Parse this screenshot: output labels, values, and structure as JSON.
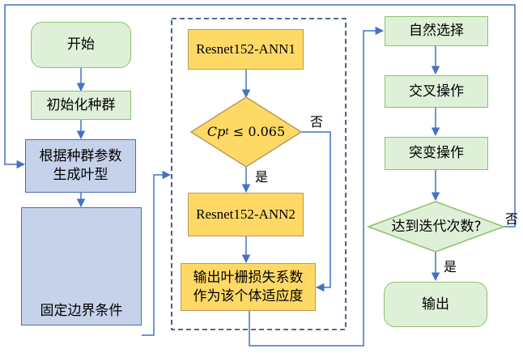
{
  "nodes": {
    "start": "开始",
    "init_population": "初始化种群",
    "generate_blade_line1": "根据种群参数",
    "generate_blade_line2": "生成叶型",
    "fixed_boundary": "固定边界条件",
    "resnet_ann1": "Resnet152-ANN1",
    "condition_symbol": "Cp",
    "condition_subscript": "t",
    "condition_rest": " ≤ 0.065",
    "resnet_ann2": "Resnet152-ANN2",
    "output_loss_line1": "输出叶栅损失系数",
    "output_loss_line2": "作为该个体适应度",
    "natural_selection": "自然选择",
    "crossover": "交叉操作",
    "mutation": "突变操作",
    "reach_iterations": "达到迭代次数?",
    "output": "输出"
  },
  "edge_labels": {
    "condition_no": "否",
    "condition_yes": "是",
    "iter_no": "否",
    "iter_yes": "是"
  },
  "colors": {
    "green_fill": "#dff0d8",
    "green_border": "#8dbf6c",
    "blue_fill": "#c5d2ea",
    "blue_border": "#4a6bb5",
    "yellow_fill": "#ffd966",
    "arrow": "#4472c4",
    "dashed_border": "#1f3864"
  }
}
